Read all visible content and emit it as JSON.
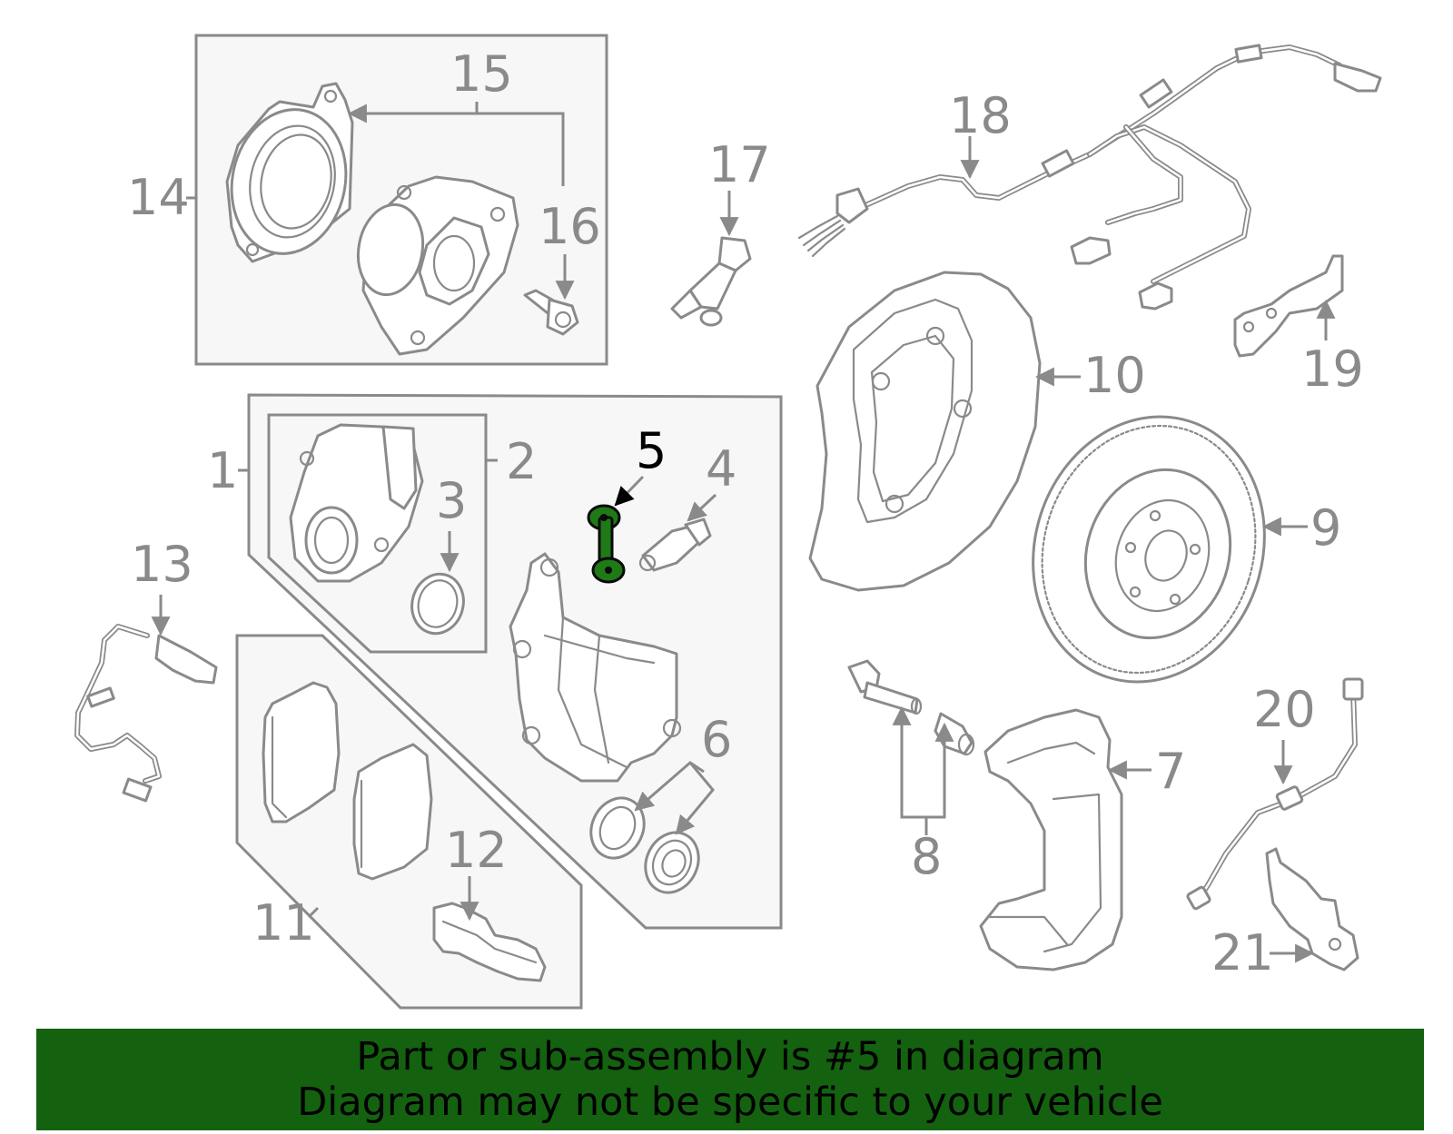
{
  "diagram": {
    "highlighted_part": "5",
    "callouts": [
      {
        "id": "c1",
        "label": "1"
      },
      {
        "id": "c2",
        "label": "2"
      },
      {
        "id": "c3",
        "label": "3"
      },
      {
        "id": "c4",
        "label": "4"
      },
      {
        "id": "c5",
        "label": "5"
      },
      {
        "id": "c6",
        "label": "6"
      },
      {
        "id": "c7",
        "label": "7"
      },
      {
        "id": "c8",
        "label": "8"
      },
      {
        "id": "c9",
        "label": "9"
      },
      {
        "id": "c10",
        "label": "10"
      },
      {
        "id": "c11",
        "label": "11"
      },
      {
        "id": "c12",
        "label": "12"
      },
      {
        "id": "c13",
        "label": "13"
      },
      {
        "id": "c14",
        "label": "14"
      },
      {
        "id": "c15",
        "label": "15"
      },
      {
        "id": "c16",
        "label": "16"
      },
      {
        "id": "c17",
        "label": "17"
      },
      {
        "id": "c18",
        "label": "18"
      },
      {
        "id": "c19",
        "label": "19"
      },
      {
        "id": "c20",
        "label": "20"
      },
      {
        "id": "c21",
        "label": "21"
      }
    ],
    "colors": {
      "line_gray": "#8a8a8a",
      "highlight_green": "#1e7a16",
      "banner_green": "#146110",
      "panel_fill": "#f7f7f7"
    }
  },
  "banner": {
    "line1": "Part or sub-assembly is #5 in diagram",
    "line2": "Diagram may not be specific to your vehicle"
  }
}
